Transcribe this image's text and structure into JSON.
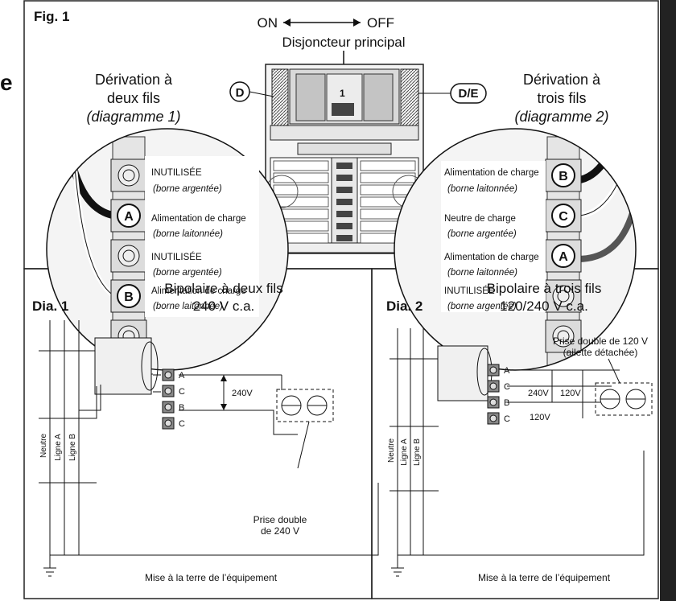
{
  "fig1": {
    "title": "Fig. 1",
    "switch_on": "ON",
    "switch_off": "OFF",
    "main_breaker": "Disjoncteur principal",
    "badge_d": "D",
    "badge_de": "D/E",
    "breaker_number": "1",
    "left": {
      "heading_line1": "Dérivation à",
      "heading_line2": "deux fils",
      "heading_line3": "(diagramme 1)",
      "terminals": [
        "A",
        "B"
      ],
      "labels": [
        {
          "main": "INUTILISÉE",
          "sub": "(borne argentée)"
        },
        {
          "main": "Alimentation de charge",
          "sub": "(borne laitonnée)"
        },
        {
          "main": "INUTILISÉE",
          "sub": "(borne argentée)"
        },
        {
          "main": "Alimentation de charge",
          "sub": "(borne laitonnée)"
        }
      ]
    },
    "right": {
      "heading_line1": "Dérivation à",
      "heading_line2": "trois fils",
      "heading_line3": "(diagramme 2)",
      "terminals": [
        "B",
        "C",
        "A"
      ],
      "labels": [
        {
          "main": "Alimentation de charge",
          "sub": "(borne laitonnée)"
        },
        {
          "main": "Neutre de charge",
          "sub": "(borne argentée)"
        },
        {
          "main": "Alimentation de charge",
          "sub": "(borne laitonnée)"
        },
        {
          "main": "INUTILISÉE",
          "sub": "(borne argentée)"
        }
      ]
    }
  },
  "left_edge_char": "e",
  "dia1": {
    "title": "Dia. 1",
    "heading_line1": "Bipolaire à deux fils",
    "heading_line2": "240 V c.a.",
    "bus_labels": [
      "Neutre",
      "Ligne A",
      "Ligne B"
    ],
    "terminal_labels": [
      "A",
      "C",
      "B",
      "C"
    ],
    "voltage": "240V",
    "outlet_line1": "Prise double",
    "outlet_line2": "de 240 V",
    "ground": "Mise à la terre de l’équipement"
  },
  "dia2": {
    "title": "Dia. 2",
    "heading_line1": "Bipolaire à trois fils",
    "heading_line2": "120/240 V c.a.",
    "bus_labels": [
      "Neutre",
      "Ligne A",
      "Ligne B"
    ],
    "terminal_labels": [
      "A",
      "C",
      "B",
      "C"
    ],
    "voltage_240": "240V",
    "voltage_120_top": "120V",
    "voltage_120_bottom": "120V",
    "outlet_line1": "Prise double de 120 V",
    "outlet_line2": "(ailette détachée)",
    "ground": "Mise à la terre de l’équipement"
  }
}
